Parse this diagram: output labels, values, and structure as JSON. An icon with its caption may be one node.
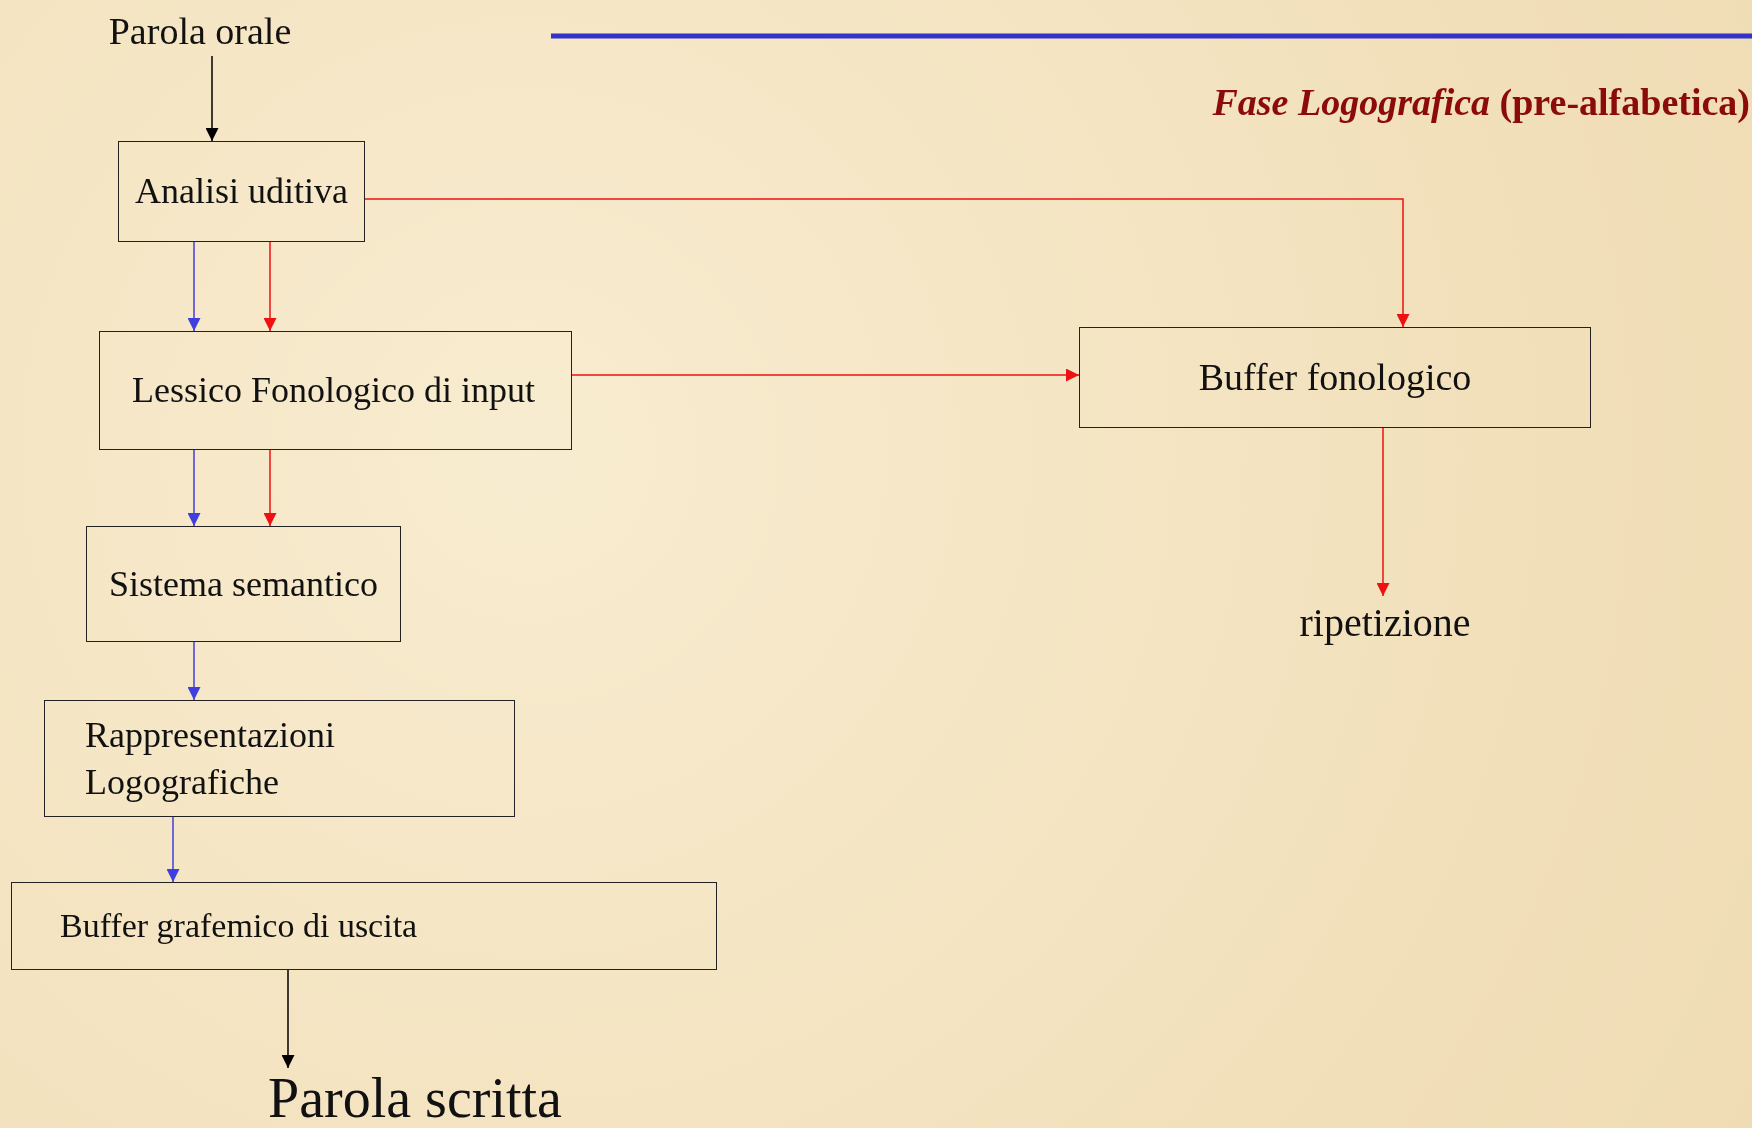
{
  "diagram": {
    "title": "*Fase Logografica* (pre-alfabetica)",
    "nodes": [
      {
        "text": [
          "Parola orale"
        ]
      },
      {
        "text": [
          "Analisi uditiva"
        ]
      },
      {
        "text": [
          "Lessico Fonologico di input"
        ]
      },
      {
        "text": [
          "Sistema semantico"
        ]
      },
      {
        "text": [
          "Rappresentazioni Logografiche"
        ]
      },
      {
        "text": [
          "Buffer grafemico di uscita"
        ]
      },
      {
        "text": [
          "Parola scritta"
        ]
      },
      {
        "text": [
          "Buffer fonologico"
        ]
      },
      {
        "text": [
          "ripetizione"
        ]
      }
    ],
    "edges": [
      {
        "from": 0,
        "to": 1,
        "arrow": "to",
        "color": "#000000"
      },
      {
        "from": 1,
        "to": 2,
        "arrow": "to",
        "color": "#3f3fe0"
      },
      {
        "from": 1,
        "to": 2,
        "arrow": "to",
        "color": "#ee1111"
      },
      {
        "from": 1,
        "to": 7,
        "arrow": "to",
        "color": "#ee1111"
      },
      {
        "from": 2,
        "to": 7,
        "arrow": "to",
        "color": "#ee1111"
      },
      {
        "from": 2,
        "to": 3,
        "arrow": "to",
        "color": "#3f3fe0"
      },
      {
        "from": 2,
        "to": 3,
        "arrow": "to",
        "color": "#ee1111"
      },
      {
        "from": 3,
        "to": 4,
        "arrow": "to",
        "color": "#3f3fe0"
      },
      {
        "from": 4,
        "to": 5,
        "arrow": "to",
        "color": "#3f3fe0"
      },
      {
        "from": 5,
        "to": 6,
        "arrow": "to",
        "color": "#000000"
      },
      {
        "from": 7,
        "to": 8,
        "arrow": "to",
        "color": "#ee1111"
      }
    ]
  }
}
